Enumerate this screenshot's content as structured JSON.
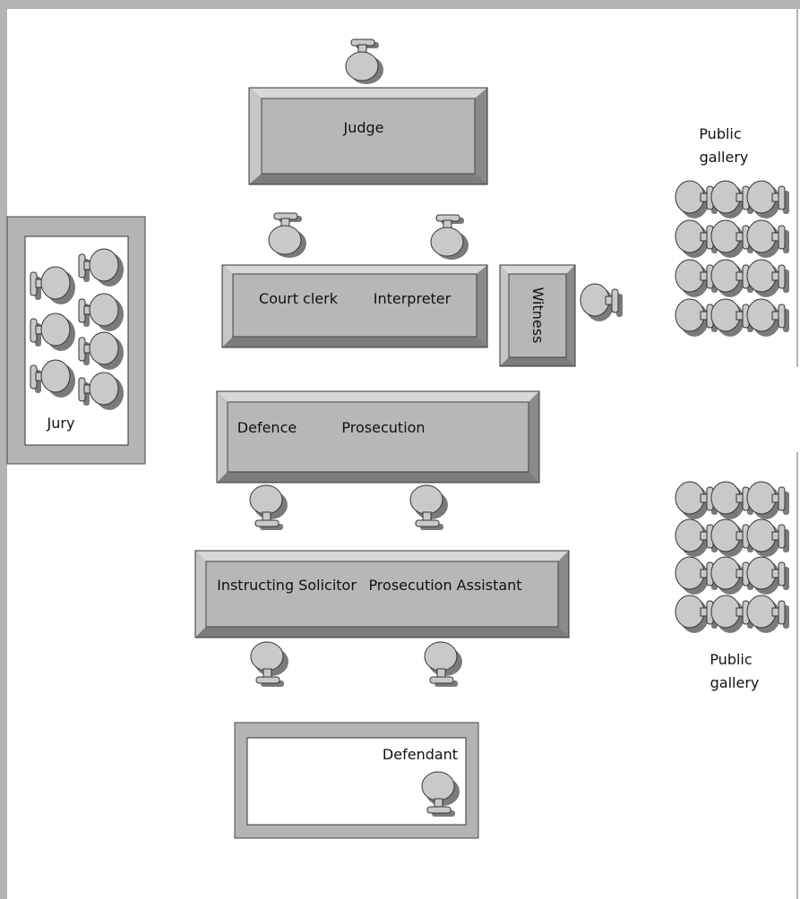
{
  "labels": {
    "judge": "Judge",
    "court_clerk": "Court clerk",
    "interpreter": "Interpreter",
    "witness": "Witness",
    "jury": "Jury",
    "defence": "Defence",
    "prosecution": "Prosecution",
    "instructing_solicitor": "Instructing Solicitor",
    "prosecution_assistant": "Prosecution Assistant",
    "defendant": "Defendant",
    "public_gallery_top_line1": "Public",
    "public_gallery_top_line2": "gallery",
    "public_gallery_bottom_line1": "Public",
    "public_gallery_bottom_line2": "gallery"
  },
  "colors": {
    "wall": "#b4b4b4",
    "desk_face": "#b7b7b7",
    "desk_bevel_light": "#d8d8d8",
    "desk_bevel_dark": "#6e6e6e",
    "chair_fill": "#c9c9c9",
    "shadow": "#7a7a7a"
  }
}
